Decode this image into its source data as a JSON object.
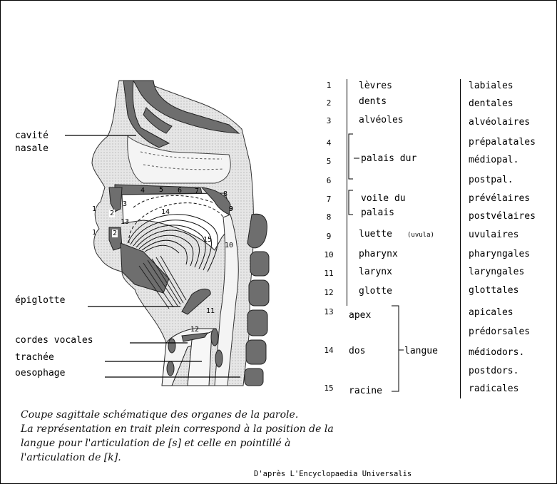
{
  "diagram_labels": {
    "cavite": "cavité",
    "nasale": "nasale",
    "epiglotte": "épiglotte",
    "cordes": "cordes vocales",
    "trachee": "trachée",
    "oesophage": "oesophage"
  },
  "figure_numbers": [
    "1",
    "1",
    "2",
    "2",
    "3",
    "4",
    "5",
    "6",
    "7",
    "8",
    "9",
    "10",
    "11",
    "12",
    "13",
    "14",
    "15"
  ],
  "table": {
    "rows": [
      {
        "num": "1",
        "organ": "lèvres",
        "term": "labiales"
      },
      {
        "num": "2",
        "organ": "dents",
        "term": "dentales"
      },
      {
        "num": "3",
        "organ": "alvéoles",
        "term": "alvéolaires"
      },
      {
        "num": "4",
        "organ": "",
        "term": "prépalatales"
      },
      {
        "num": "5",
        "organ": "palais dur",
        "term": "médiopal."
      },
      {
        "num": "6",
        "organ": "",
        "term": "postpal."
      },
      {
        "num": "7",
        "organ": "voile du",
        "term": "prévélaires"
      },
      {
        "num": "8",
        "organ": "palais",
        "term": "postvélaires"
      },
      {
        "num": "9",
        "organ": "luette",
        "term": "uvulaires"
      },
      {
        "num": "10",
        "organ": "pharynx",
        "term": "pharyngales"
      },
      {
        "num": "11",
        "organ": "larynx",
        "term": "laryngales"
      },
      {
        "num": "12",
        "organ": "glotte",
        "term": "glottales"
      }
    ],
    "uvula_note": "(uvula)",
    "tongue_nums": [
      "13",
      "14",
      "15"
    ],
    "tongue_parts": [
      "apex",
      "dos",
      "racine"
    ],
    "tongue_group": "langue",
    "tongue_terms": [
      "apicales",
      "prédorsales",
      "médiodors.",
      "postdors.",
      "radicales"
    ]
  },
  "caption": [
    "Coupe sagittale schématique des organes de la parole.",
    "La représentation en trait plein correspond à la position de la",
    "langue pour l'articulation de [s] et celle en pointillé à",
    "l'articulation de [k]."
  ],
  "credit": "D'après L'Encyclopaedia Universalis"
}
